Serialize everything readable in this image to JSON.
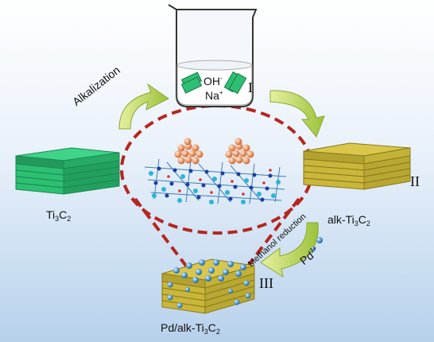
{
  "labels": {
    "alkalization": "Alkalization",
    "methanol_reduction": "Methanol reduction",
    "oh": "OH",
    "oh_charge": "-",
    "na": "Na",
    "na_charge": "+",
    "pd": "Pd",
    "pd_charge": "2+",
    "roman_1": "I",
    "roman_2": "II",
    "roman_3": "III",
    "ti3c2": {
      "a": "Ti",
      "a_sub": "3",
      "b": "C",
      "b_sub": "2"
    },
    "alk_ti3c2": {
      "prefix": "alk-Ti",
      "a_sub": "3",
      "b": "C",
      "b_sub": "2"
    },
    "pd_alk_ti3c2": {
      "prefix": "Pd/alk-Ti",
      "a_sub": "3",
      "b": "C",
      "b_sub": "2"
    }
  },
  "colors": {
    "ti3c2_green": "#2dbf72",
    "alk_gold": "#c9b63a",
    "arrow_green": "#a8c83a",
    "dashed_red": "#b5261e",
    "pd_blue": "#5aa2d8",
    "background_top": "#ffffff",
    "background_bottom": "#b9d3ee"
  }
}
